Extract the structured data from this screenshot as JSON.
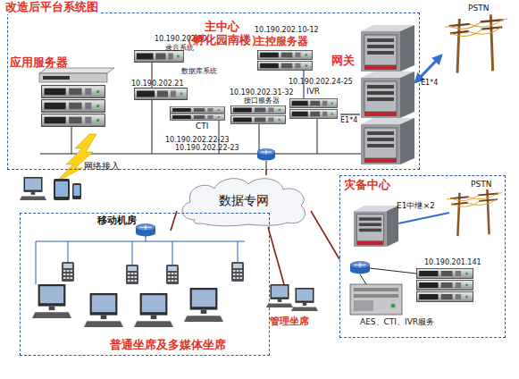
{
  "diagram": {
    "title": "改造后平台系统图",
    "nodes": [
      {
        "text": [
          "主中心 （孵化园南楼）"
        ]
      },
      {
        "text": [
          "应用服务器"
        ],
        "in": 0
      },
      {
        "text": [
          "10.190.202.30;",
          "录音系统"
        ],
        "in": 0
      },
      {
        "text": [
          "10.190.202.10-12",
          "主控服务器"
        ],
        "in": 0
      },
      {
        "text": [
          "数据库系统",
          "10.190.202.21"
        ],
        "in": 0
      },
      {
        "text": [
          "10.190.202.31-32",
          "接口服务器"
        ],
        "in": 0
      },
      {
        "text": [
          "CTI",
          "10.190.202.22-23"
        ],
        "in": 0
      },
      {
        "text": [
          "10.190.202.24-25",
          "IVR"
        ],
        "in": 0
      },
      {
        "text": [
          "网关"
        ],
        "in": 0
      },
      {
        "text": [
          "PSTN"
        ]
      },
      {
        "text": [
          "数据专网"
        ]
      },
      {
        "text": [
          "普通坐席及多媒体坐席"
        ]
      },
      {
        "text": [
          "移动机房"
        ],
        "in": 11
      },
      {
        "text": [
          "管理坐席"
        ]
      },
      {
        "text": [
          "灾备中心"
        ]
      },
      {
        "text": [
          "PSTN"
        ],
        "in": 14
      },
      {
        "text": [
          "10.190.201.141",
          "AES、CTI、IVR服务"
        ],
        "in": 14
      }
    ],
    "edges": [
      {
        "from": 7,
        "to": 8,
        "arrow": "none",
        "label": "E1*4"
      },
      {
        "from": 8,
        "to": 9,
        "arrow": "both",
        "label": "E1*4"
      },
      {
        "from": 0,
        "to": 10,
        "arrow": "none"
      },
      {
        "from": 10,
        "to": 12,
        "arrow": "none"
      },
      {
        "from": 10,
        "to": 13,
        "arrow": "none"
      },
      {
        "from": 10,
        "to": 14,
        "arrow": "none"
      }
    ],
    "labels": [
      "10.190.202.22-23",
      "网络接入",
      "E1中继×2"
    ]
  }
}
